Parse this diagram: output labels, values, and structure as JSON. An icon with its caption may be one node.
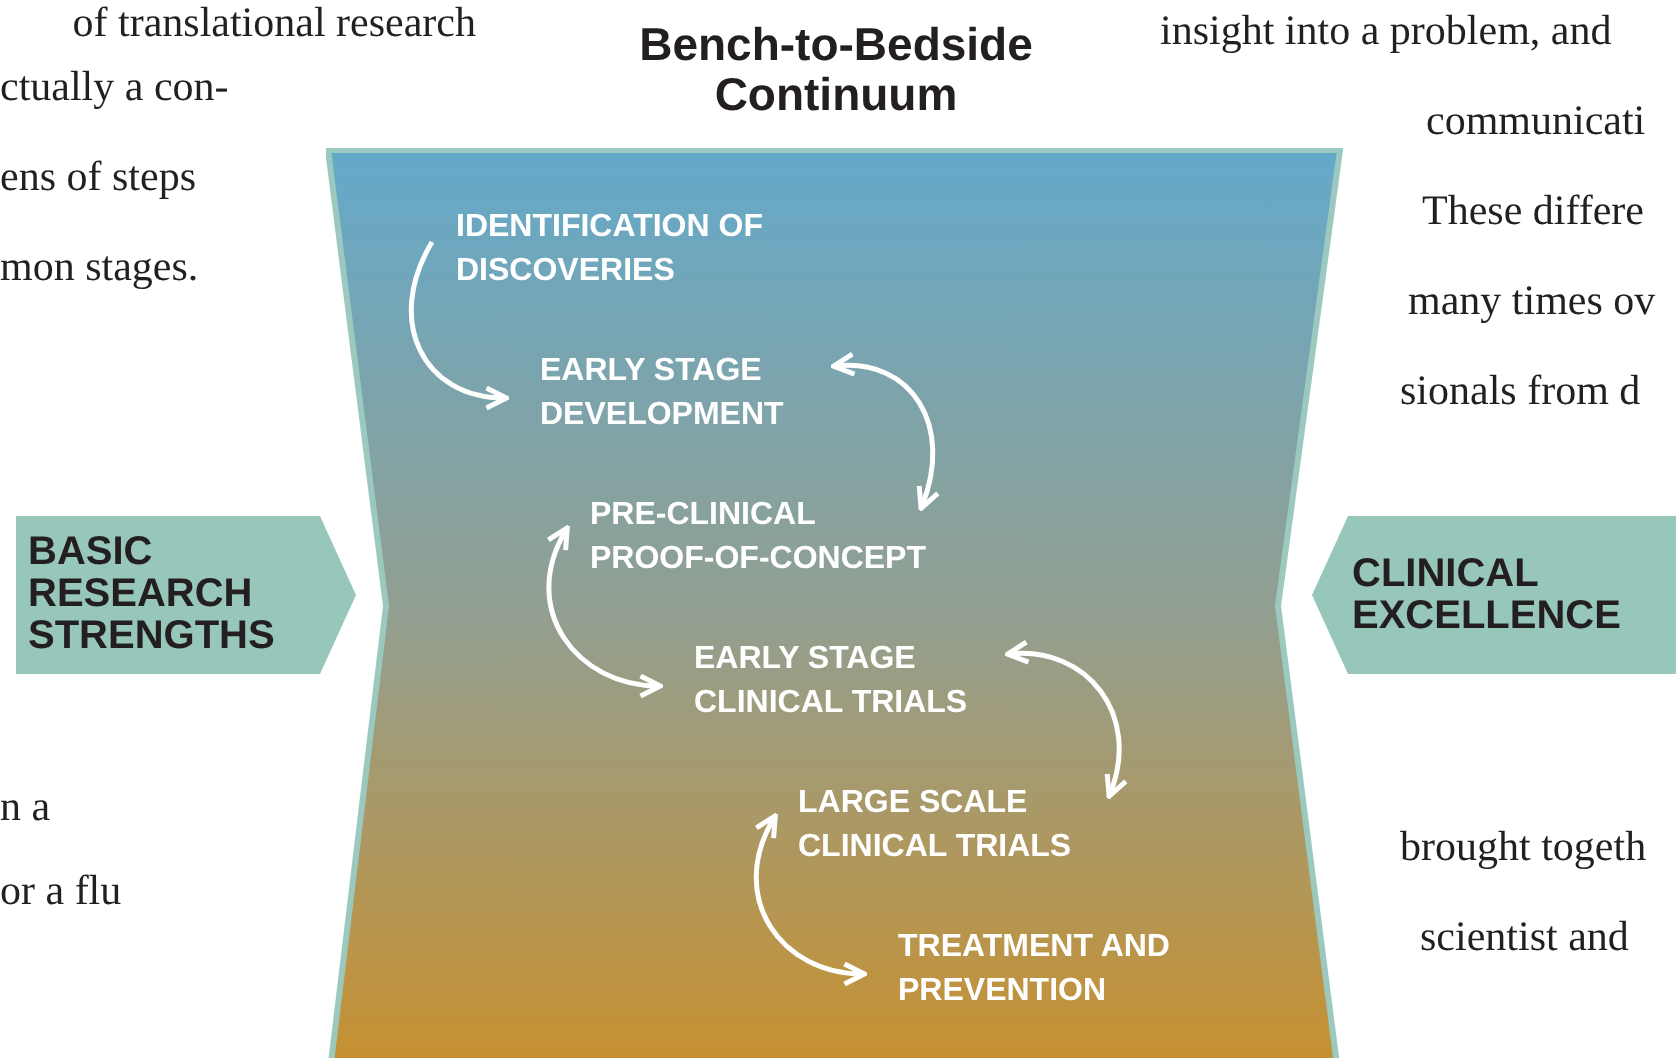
{
  "diagram": {
    "nodes": [
      {
        "text": [
          "Bench-to-Bedside Continuum"
        ]
      },
      {
        "text": [
          "IDENTIFICATION OF DISCOVERIES"
        ],
        "in": 0
      },
      {
        "text": [
          "EARLY STAGE DEVELOPMENT"
        ],
        "in": 0
      },
      {
        "text": [
          "PRE-CLINICAL PROOF-OF-CONCEPT"
        ],
        "in": 0
      },
      {
        "text": [
          "EARLY STAGE CLINICAL TRIALS"
        ],
        "in": 0
      },
      {
        "text": [
          "LARGE SCALE CLINICAL TRIALS"
        ],
        "in": 0
      },
      {
        "text": [
          "TREATMENT AND PREVENTION"
        ],
        "in": 0
      },
      {
        "text": [
          "BASIC RESEARCH STRENGTHS"
        ]
      },
      {
        "text": [
          "CLINICAL EXCELLENCE"
        ]
      }
    ],
    "edges": [
      {
        "from": 1,
        "to": 2,
        "arrow": "to"
      },
      {
        "from": 2,
        "to": 3,
        "arrow": "both"
      },
      {
        "from": 3,
        "to": 4,
        "arrow": "both"
      },
      {
        "from": 4,
        "to": 5,
        "arrow": "both"
      },
      {
        "from": 5,
        "to": 6,
        "arrow": "both"
      }
    ],
    "labels": [
      "of translational research",
      "ctually a con-",
      "ens of steps",
      "mon stages.",
      "n a",
      "or a flu",
      "insight into a problem, and",
      "communicati",
      "These differe",
      "many times ov",
      "sionals from d",
      "brought togeth",
      "scientist and"
    ]
  }
}
